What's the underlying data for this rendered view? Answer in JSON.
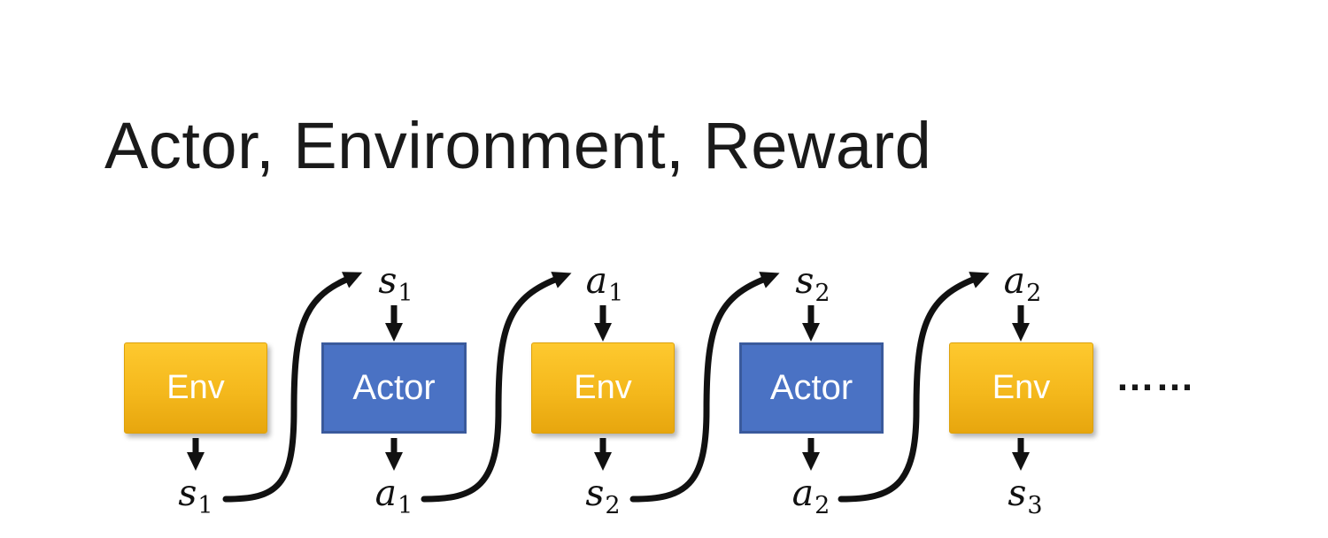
{
  "title": "Actor, Environment, Reward",
  "diagram": {
    "nodes": [
      {
        "label": "Env",
        "type": "env",
        "input": null,
        "output": {
          "base": "s",
          "sub": "1"
        }
      },
      {
        "label": "Actor",
        "type": "actor",
        "input": {
          "base": "s",
          "sub": "1"
        },
        "output": {
          "base": "a",
          "sub": "1"
        }
      },
      {
        "label": "Env",
        "type": "env",
        "input": {
          "base": "a",
          "sub": "1"
        },
        "output": {
          "base": "s",
          "sub": "2"
        }
      },
      {
        "label": "Actor",
        "type": "actor",
        "input": {
          "base": "s",
          "sub": "2"
        },
        "output": {
          "base": "a",
          "sub": "2"
        }
      },
      {
        "label": "Env",
        "type": "env",
        "input": {
          "base": "a",
          "sub": "2"
        },
        "output": {
          "base": "s",
          "sub": "3"
        }
      }
    ],
    "ellipsis": "……"
  },
  "colors": {
    "env_gradient_top": "#FEC92F",
    "env_gradient_bottom": "#E7A60E",
    "actor_fill": "#4A72C4",
    "actor_border": "#3A5A9C",
    "arrow": "#111111",
    "box_text": "#FFFFFF",
    "title_text": "#1A1A1A"
  }
}
